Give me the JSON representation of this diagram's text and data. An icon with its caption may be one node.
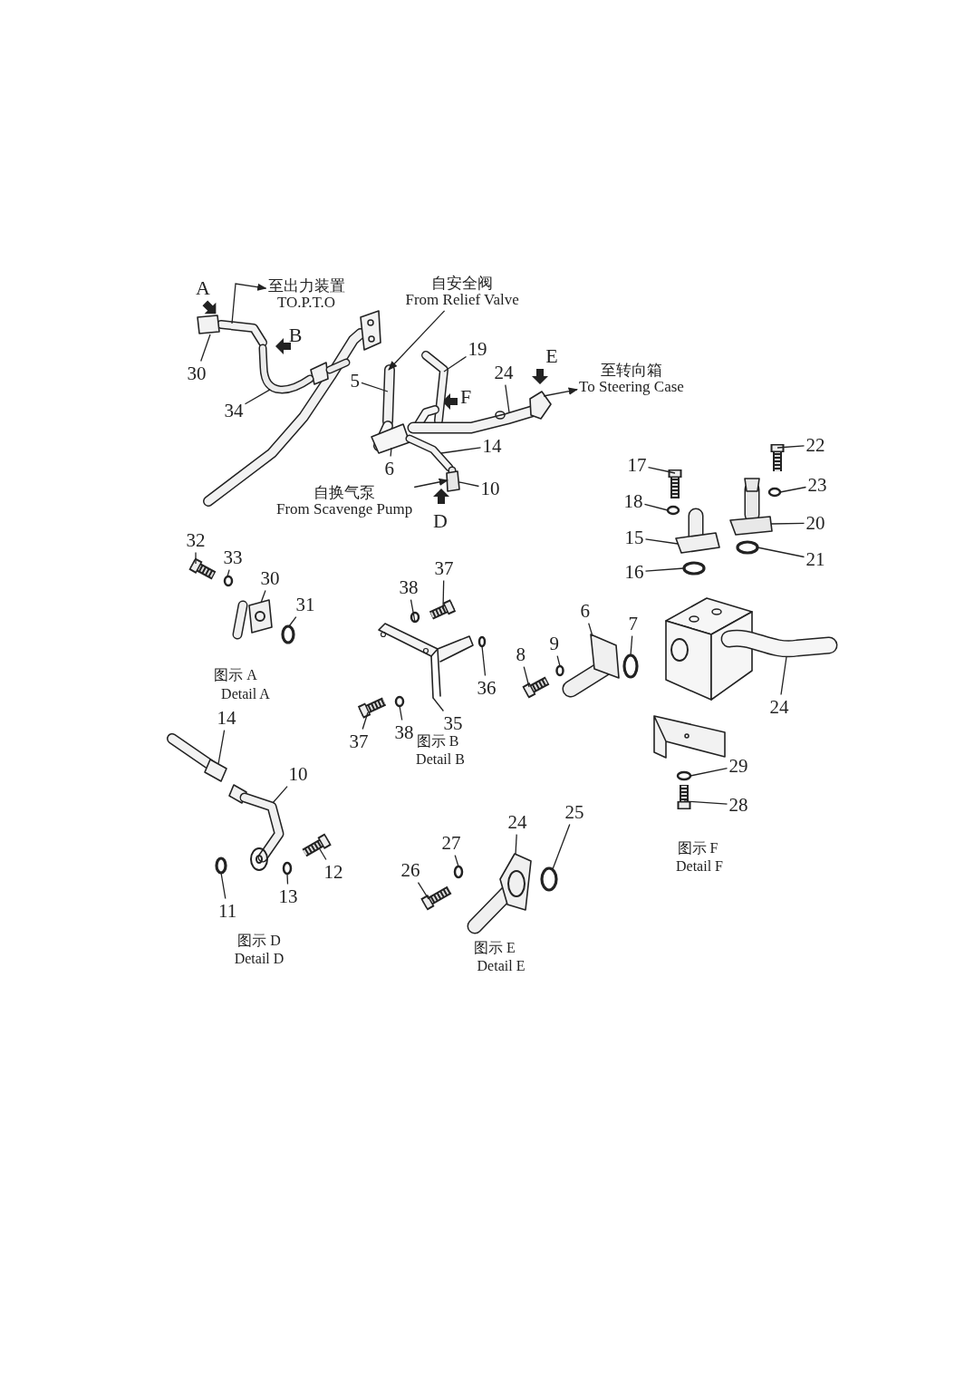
{
  "diagram": {
    "nodes": [
      {
        "text": [
          "至出力装置",
          "TO.P.T.O"
        ]
      },
      {
        "text": [
          "自安全阀",
          "From Relief Valve"
        ]
      },
      {
        "text": [
          "30"
        ]
      },
      {
        "text": [
          "19"
        ]
      },
      {
        "text": [
          "5"
        ]
      },
      {
        "text": [
          "24"
        ]
      },
      {
        "text": [
          "至转向箱",
          "To Steering Case"
        ]
      },
      {
        "text": [
          "34"
        ]
      },
      {
        "text": [
          "14"
        ]
      },
      {
        "text": [
          "6"
        ]
      },
      {
        "text": [
          "10"
        ]
      },
      {
        "text": [
          "自换气泵",
          "From Scavenge Pump"
        ]
      },
      {
        "text": [
          "17"
        ]
      },
      {
        "text": [
          "22"
        ]
      },
      {
        "text": [
          "23"
        ]
      },
      {
        "text": [
          "18"
        ]
      },
      {
        "text": [
          "20"
        ]
      },
      {
        "text": [
          "15"
        ]
      },
      {
        "text": [
          "32"
        ]
      },
      {
        "text": [
          "33"
        ]
      },
      {
        "text": [
          "21"
        ]
      },
      {
        "text": [
          "37"
        ]
      },
      {
        "text": [
          "16"
        ]
      },
      {
        "text": [
          "30"
        ]
      },
      {
        "text": [
          "38"
        ]
      },
      {
        "text": [
          "31"
        ]
      },
      {
        "text": [
          "7"
        ]
      },
      {
        "text": [
          "6"
        ]
      },
      {
        "text": [
          "9"
        ]
      },
      {
        "text": [
          "8"
        ]
      },
      {
        "text": [
          "36"
        ]
      },
      {
        "text": [
          "24"
        ]
      },
      {
        "text": [
          "35"
        ]
      },
      {
        "text": [
          "14"
        ]
      },
      {
        "text": [
          "38"
        ]
      },
      {
        "text": [
          "37"
        ]
      },
      {
        "text": [
          "29"
        ]
      },
      {
        "text": [
          "10"
        ]
      },
      {
        "text": [
          "28"
        ]
      },
      {
        "text": [
          "25"
        ]
      },
      {
        "text": [
          "24"
        ]
      },
      {
        "text": [
          "27"
        ]
      },
      {
        "text": [
          "26"
        ]
      },
      {
        "text": [
          "12"
        ]
      },
      {
        "text": [
          "13"
        ]
      },
      {
        "text": [
          "11"
        ]
      },
      {
        "text": [],
        "shape": "pipe"
      },
      {
        "text": [],
        "shape": "hose"
      },
      {
        "text": [],
        "shape": "pipe"
      },
      {
        "text": [],
        "shape": "pipe"
      },
      {
        "text": [],
        "shape": "block"
      },
      {
        "text": [],
        "shape": "pipe"
      },
      {
        "text": [],
        "shape": "pipe"
      },
      {
        "text": [],
        "shape": "fitting"
      },
      {
        "text": [],
        "shape": "bolt"
      },
      {
        "text": [],
        "shape": "washer"
      },
      {
        "text": [],
        "shape": "flange"
      },
      {
        "text": [],
        "shape": "ring"
      },
      {
        "text": [],
        "shape": "washer"
      },
      {
        "text": [],
        "shape": "bolt"
      },
      {
        "text": [],
        "shape": "bracket"
      },
      {
        "text": [],
        "shape": "washer"
      },
      {
        "text": [],
        "shape": "washer"
      },
      {
        "text": [],
        "shape": "bolt"
      },
      {
        "text": [],
        "shape": "pipe"
      },
      {
        "text": [],
        "shape": "flange"
      },
      {
        "text": [],
        "shape": "ring"
      },
      {
        "text": [],
        "shape": "washer"
      },
      {
        "text": [],
        "shape": "bolt"
      },
      {
        "text": [],
        "shape": "bolt"
      },
      {
        "text": [],
        "shape": "washer"
      },
      {
        "text": [],
        "shape": "flange"
      },
      {
        "text": [],
        "shape": "ring"
      },
      {
        "text": [],
        "shape": "bolt"
      },
      {
        "text": [],
        "shape": "washer"
      },
      {
        "text": [],
        "shape": "flange"
      },
      {
        "text": [],
        "shape": "ring"
      },
      {
        "text": [],
        "shape": "bolt"
      },
      {
        "text": [],
        "shape": "washer"
      },
      {
        "text": [],
        "shape": "fitting"
      },
      {
        "text": [],
        "shape": "ring"
      },
      {
        "text": [],
        "shape": "block"
      },
      {
        "text": [],
        "shape": "flange"
      },
      {
        "text": [],
        "shape": "ring"
      },
      {
        "text": [],
        "shape": "washer"
      },
      {
        "text": [],
        "shape": "bolt"
      },
      {
        "text": [],
        "shape": "washer"
      },
      {
        "text": [],
        "shape": "bolt"
      }
    ],
    "edges": [
      {
        "from": 46,
        "to": 0,
        "arrow": "to"
      },
      {
        "from": 1,
        "to": 49,
        "arrow": "to"
      },
      {
        "from": 2,
        "to": 46,
        "arrow": "none"
      },
      {
        "from": 3,
        "to": 48,
        "arrow": "none"
      },
      {
        "from": 4,
        "to": 49,
        "arrow": "none"
      },
      {
        "from": 5,
        "to": 51,
        "arrow": "none"
      },
      {
        "from": 51,
        "to": 6,
        "arrow": "to"
      },
      {
        "from": 7,
        "to": 47,
        "arrow": "none"
      },
      {
        "from": 8,
        "to": 52,
        "arrow": "none"
      },
      {
        "from": 9,
        "to": 50,
        "arrow": "none"
      },
      {
        "from": 10,
        "to": 53,
        "arrow": "none"
      },
      {
        "from": 11,
        "to": 53,
        "arrow": "to"
      },
      {
        "from": 12,
        "to": 73,
        "arrow": "none"
      },
      {
        "from": 13,
        "to": 77,
        "arrow": "none"
      },
      {
        "from": 14,
        "to": 78,
        "arrow": "none"
      },
      {
        "from": 15,
        "to": 74,
        "arrow": "none"
      },
      {
        "from": 16,
        "to": 79,
        "arrow": "none"
      },
      {
        "from": 17,
        "to": 75,
        "arrow": "none"
      },
      {
        "from": 18,
        "to": 54,
        "arrow": "none"
      },
      {
        "from": 19,
        "to": 55,
        "arrow": "none"
      },
      {
        "from": 20,
        "to": 80,
        "arrow": "none"
      },
      {
        "from": 21,
        "to": 59,
        "arrow": "none"
      },
      {
        "from": 22,
        "to": 76,
        "arrow": "none"
      },
      {
        "from": 23,
        "to": 56,
        "arrow": "none"
      },
      {
        "from": 24,
        "to": 58,
        "arrow": "none"
      },
      {
        "from": 25,
        "to": 57,
        "arrow": "none"
      },
      {
        "from": 26,
        "to": 83,
        "arrow": "none"
      },
      {
        "from": 27,
        "to": 82,
        "arrow": "none"
      },
      {
        "from": 28,
        "to": 84,
        "arrow": "none"
      },
      {
        "from": 29,
        "to": 85,
        "arrow": "none"
      },
      {
        "from": 30,
        "to": 61,
        "arrow": "none"
      },
      {
        "from": 31,
        "to": 81,
        "arrow": "none"
      },
      {
        "from": 32,
        "to": 60,
        "arrow": "none"
      },
      {
        "from": 33,
        "to": 64,
        "arrow": "none"
      },
      {
        "from": 34,
        "to": 62,
        "arrow": "none"
      },
      {
        "from": 35,
        "to": 63,
        "arrow": "none"
      },
      {
        "from": 36,
        "to": 86,
        "arrow": "none"
      },
      {
        "from": 37,
        "to": 65,
        "arrow": "none"
      },
      {
        "from": 38,
        "to": 87,
        "arrow": "none"
      },
      {
        "from": 39,
        "to": 72,
        "arrow": "none"
      },
      {
        "from": 40,
        "to": 71,
        "arrow": "none"
      },
      {
        "from": 41,
        "to": 70,
        "arrow": "none"
      },
      {
        "from": 42,
        "to": 69,
        "arrow": "none"
      },
      {
        "from": 43,
        "to": 68,
        "arrow": "none"
      },
      {
        "from": 44,
        "to": 67,
        "arrow": "none"
      },
      {
        "from": 45,
        "to": 66,
        "arrow": "none"
      }
    ],
    "labels": [
      "A",
      "B",
      "E",
      "F",
      "D",
      "图示 A",
      "Detail A",
      "图示 B",
      "Detail B",
      "图示 F",
      "Detail F",
      "图示 D",
      "Detail D",
      "图示 E",
      "Detail E"
    ]
  }
}
